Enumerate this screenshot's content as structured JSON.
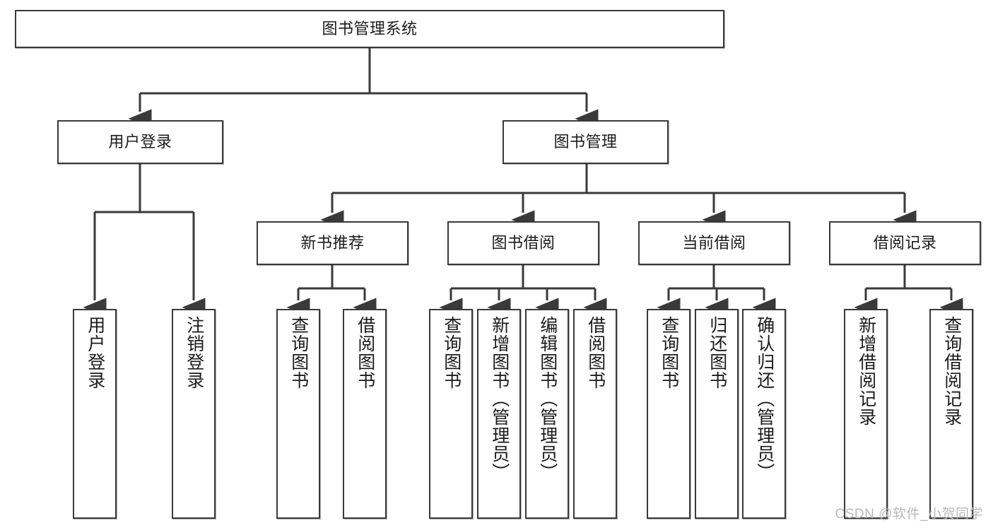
{
  "diagram": {
    "type": "tree",
    "title": "图书管理系统",
    "watermark": "CSDN @软件_小贺同学",
    "colors": {
      "box_border": "#3a3a3a",
      "box_fill": "#ffffff",
      "connector": "#3a3a3a",
      "text": "#1b1b1b",
      "watermark": "#b9b9b9"
    },
    "levels": {
      "root": "图书管理系统",
      "level2": [
        "用户登录",
        "图书管理"
      ],
      "level3": [
        "新书推荐",
        "图书借阅",
        "当前借阅",
        "借阅记录"
      ]
    },
    "nodes": {
      "root": {
        "label": "图书管理系统"
      },
      "user_login": {
        "label": "用户登录"
      },
      "book_manage": {
        "label": "图书管理"
      },
      "new_book_rec": {
        "label": "新书推荐"
      },
      "book_borrow": {
        "label": "图书借阅"
      },
      "current_borrow": {
        "label": "当前借阅"
      },
      "borrow_record": {
        "label": "借阅记录"
      },
      "leaf_user_login": {
        "label": "用户登录"
      },
      "leaf_logout": {
        "label": "注销登录"
      },
      "leaf_query_book_1": {
        "label": "查询图书"
      },
      "leaf_borrow_book_1": {
        "label": "借阅图书"
      },
      "leaf_query_book_2": {
        "label": "查询图书"
      },
      "leaf_add_book": {
        "label": "新增图书（管理员）"
      },
      "leaf_edit_book": {
        "label": "编辑图书（管理员）"
      },
      "leaf_borrow_book_2": {
        "label": "借阅图书"
      },
      "leaf_query_book_3": {
        "label": "查询图书"
      },
      "leaf_return_book": {
        "label": "归还图书"
      },
      "leaf_confirm_return": {
        "label": "确认归还（管理员）"
      },
      "leaf_add_record": {
        "label": "新增借阅记录"
      },
      "leaf_query_record": {
        "label": "查询借阅记录"
      }
    },
    "edges": [
      {
        "from": "root",
        "to": "user_login"
      },
      {
        "from": "root",
        "to": "book_manage"
      },
      {
        "from": "user_login",
        "to": "leaf_user_login"
      },
      {
        "from": "user_login",
        "to": "leaf_logout"
      },
      {
        "from": "book_manage",
        "to": "new_book_rec"
      },
      {
        "from": "book_manage",
        "to": "book_borrow"
      },
      {
        "from": "book_manage",
        "to": "current_borrow"
      },
      {
        "from": "book_manage",
        "to": "borrow_record"
      },
      {
        "from": "new_book_rec",
        "to": "leaf_query_book_1"
      },
      {
        "from": "new_book_rec",
        "to": "leaf_borrow_book_1"
      },
      {
        "from": "book_borrow",
        "to": "leaf_query_book_2"
      },
      {
        "from": "book_borrow",
        "to": "leaf_add_book"
      },
      {
        "from": "book_borrow",
        "to": "leaf_edit_book"
      },
      {
        "from": "book_borrow",
        "to": "leaf_borrow_book_2"
      },
      {
        "from": "current_borrow",
        "to": "leaf_query_book_3"
      },
      {
        "from": "current_borrow",
        "to": "leaf_return_book"
      },
      {
        "from": "current_borrow",
        "to": "leaf_confirm_return"
      },
      {
        "from": "borrow_record",
        "to": "leaf_add_record"
      },
      {
        "from": "borrow_record",
        "to": "leaf_query_record"
      }
    ]
  }
}
